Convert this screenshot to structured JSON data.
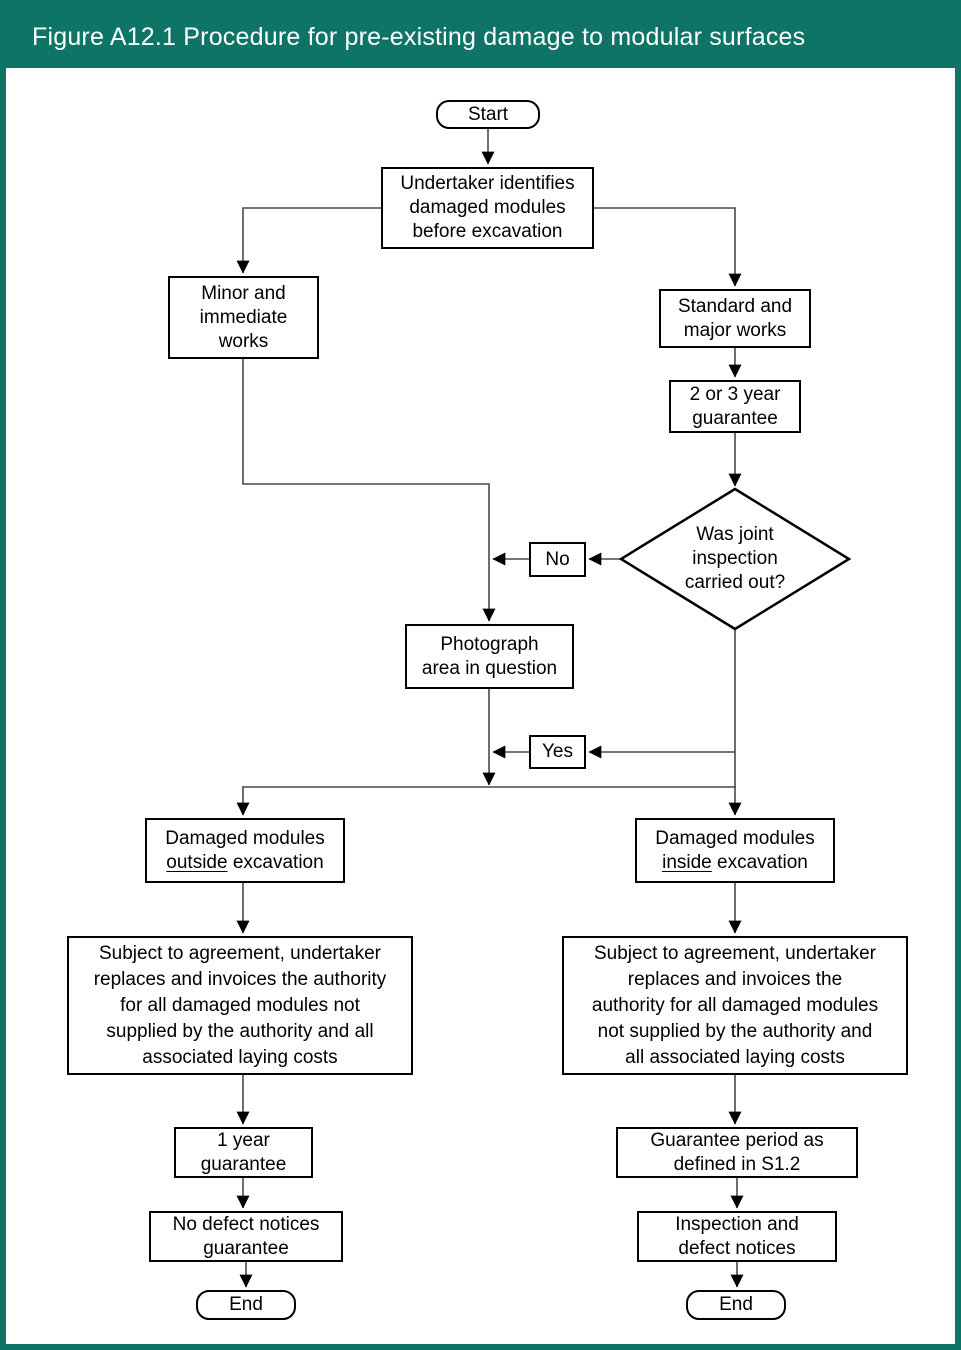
{
  "header": {
    "title": "Figure A12.1 Procedure for pre-existing damage to modular surfaces"
  },
  "colors": {
    "header_bg": "#0d7466",
    "frame_border": "#0d7466",
    "box_border": "#000000",
    "connector_line": "#4a4a4a",
    "arrowhead": "#000000",
    "box_bg": "#ffffff",
    "text": "#000000",
    "title_text": "#ffffff"
  },
  "nodes": {
    "start": "Start",
    "undertaker": "Undertaker identifies\ndamaged modules\nbefore excavation",
    "minor_works": "Minor and\nimmediate\nworks",
    "standard_works": "Standard and\nmajor works",
    "guarantee_2_3_year": "2 or 3 year\nguarantee",
    "joint_inspection": "Was joint\ninspection\ncarried out?",
    "no_label": "No",
    "photograph": "Photograph\narea in question",
    "yes_label": "Yes",
    "damaged_outside": {
      "prefix": "Damaged modules\n",
      "underlined": "outside",
      "suffix": " excavation"
    },
    "damaged_inside": {
      "prefix": "Damaged modules\n",
      "underlined": "inside",
      "suffix": " excavation"
    },
    "subject_left": "Subject to agreement, undertaker\nreplaces and invoices the authority\nfor all damaged modules not\nsupplied by the authority and all\nassociated laying costs",
    "subject_right": "Subject to agreement, undertaker\nreplaces and invoices the\nauthority for all damaged modules\nnot supplied by the authority and\nall associated laying costs",
    "one_year_guarantee": "1 year\nguarantee",
    "guarantee_period": "Guarantee period as\ndefined in S1.2",
    "no_defect_notices": "No defect notices\nguarantee",
    "inspection_notices": "Inspection and\ndefect notices",
    "end_left": "End",
    "end_right": "End"
  }
}
